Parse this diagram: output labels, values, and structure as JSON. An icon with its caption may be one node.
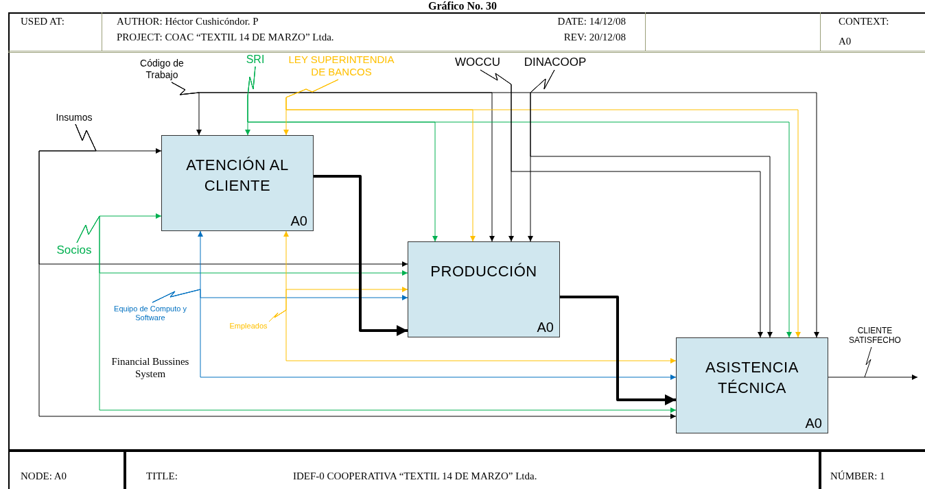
{
  "diagram": {
    "title": "Gráfico No. 30",
    "nodes": [
      {
        "text": [
          "ATENCIÓN AL CLIENTE",
          "A0"
        ]
      },
      {
        "text": [
          "PRODUCCIÓN",
          "A0"
        ]
      },
      {
        "text": [
          "ASISTENCIA TÉCNICA",
          "A0"
        ]
      },
      {
        "text": [
          "Insumos"
        ]
      },
      {
        "text": [
          "Socios"
        ]
      },
      {
        "text": [
          "Código de Trabajo"
        ]
      },
      {
        "text": [
          "SRI"
        ]
      },
      {
        "text": [
          "LEY SUPERINTENDIA DE BANCOS"
        ]
      },
      {
        "text": [
          "WOCCU"
        ]
      },
      {
        "text": [
          "DINACOOP"
        ]
      },
      {
        "text": [
          "Equipo de Computo y Software"
        ],
        "beside": [
          "Financial Bussines System"
        ]
      },
      {
        "text": [
          "Empleados"
        ]
      },
      {
        "text": [
          "CLIENTE SATISFECHO"
        ]
      }
    ],
    "edges": [
      {
        "from": 3,
        "to": 0,
        "arrow": "to"
      },
      {
        "from": 3,
        "to": 1,
        "arrow": "to"
      },
      {
        "from": 3,
        "to": 2,
        "arrow": "to"
      },
      {
        "from": 4,
        "to": 0,
        "arrow": "to",
        "color": "#00b050"
      },
      {
        "from": 4,
        "to": 1,
        "arrow": "to",
        "color": "#00b050"
      },
      {
        "from": 4,
        "to": 2,
        "arrow": "to",
        "color": "#00b050"
      },
      {
        "from": 5,
        "to": 0,
        "arrow": "to"
      },
      {
        "from": 5,
        "to": 1,
        "arrow": "to"
      },
      {
        "from": 5,
        "to": 2,
        "arrow": "to"
      },
      {
        "from": 6,
        "to": 0,
        "arrow": "to",
        "color": "#00b050"
      },
      {
        "from": 6,
        "to": 1,
        "arrow": "to",
        "color": "#00b050"
      },
      {
        "from": 6,
        "to": 2,
        "arrow": "to",
        "color": "#00b050"
      },
      {
        "from": 7,
        "to": 0,
        "arrow": "to",
        "color": "#ffc000"
      },
      {
        "from": 7,
        "to": 1,
        "arrow": "to",
        "color": "#ffc000"
      },
      {
        "from": 7,
        "to": 2,
        "arrow": "to",
        "color": "#ffc000"
      },
      {
        "from": 8,
        "to": 1,
        "arrow": "to"
      },
      {
        "from": 8,
        "to": 2,
        "arrow": "to"
      },
      {
        "from": 9,
        "to": 1,
        "arrow": "to"
      },
      {
        "from": 9,
        "to": 2,
        "arrow": "to"
      },
      {
        "from": 10,
        "to": 0,
        "arrow": "to",
        "color": "#0070c0"
      },
      {
        "from": 10,
        "to": 1,
        "arrow": "to",
        "color": "#0070c0"
      },
      {
        "from": 10,
        "to": 2,
        "arrow": "to",
        "color": "#0070c0"
      },
      {
        "from": 11,
        "to": 0,
        "arrow": "to",
        "color": "#ffc000"
      },
      {
        "from": 11,
        "to": 1,
        "arrow": "to",
        "color": "#ffc000"
      },
      {
        "from": 11,
        "to": 2,
        "arrow": "to",
        "color": "#ffc000"
      },
      {
        "from": 0,
        "to": 1,
        "arrow": "to",
        "style": "thick"
      },
      {
        "from": 1,
        "to": 2,
        "arrow": "to",
        "style": "thick"
      },
      {
        "from": 2,
        "to": null,
        "arrow": "to"
      },
      {
        "from": 12,
        "to": null,
        "arrow": "none"
      }
    ],
    "labels": [
      "USED AT:",
      "AUTHOR: Héctor Cushicóndor. P",
      "DATE: 14/12/08",
      "PROJECT: COAC “TEXTIL 14 DE MARZO” Ltda.",
      "REV: 20/12/08",
      "CONTEXT:",
      "A0",
      "NODE: A0",
      "TITLE:",
      "IDEF-0 COOPERATIVA “TEXTIL 14 DE MARZO” Ltda.",
      "NÚMBER: 1"
    ]
  }
}
